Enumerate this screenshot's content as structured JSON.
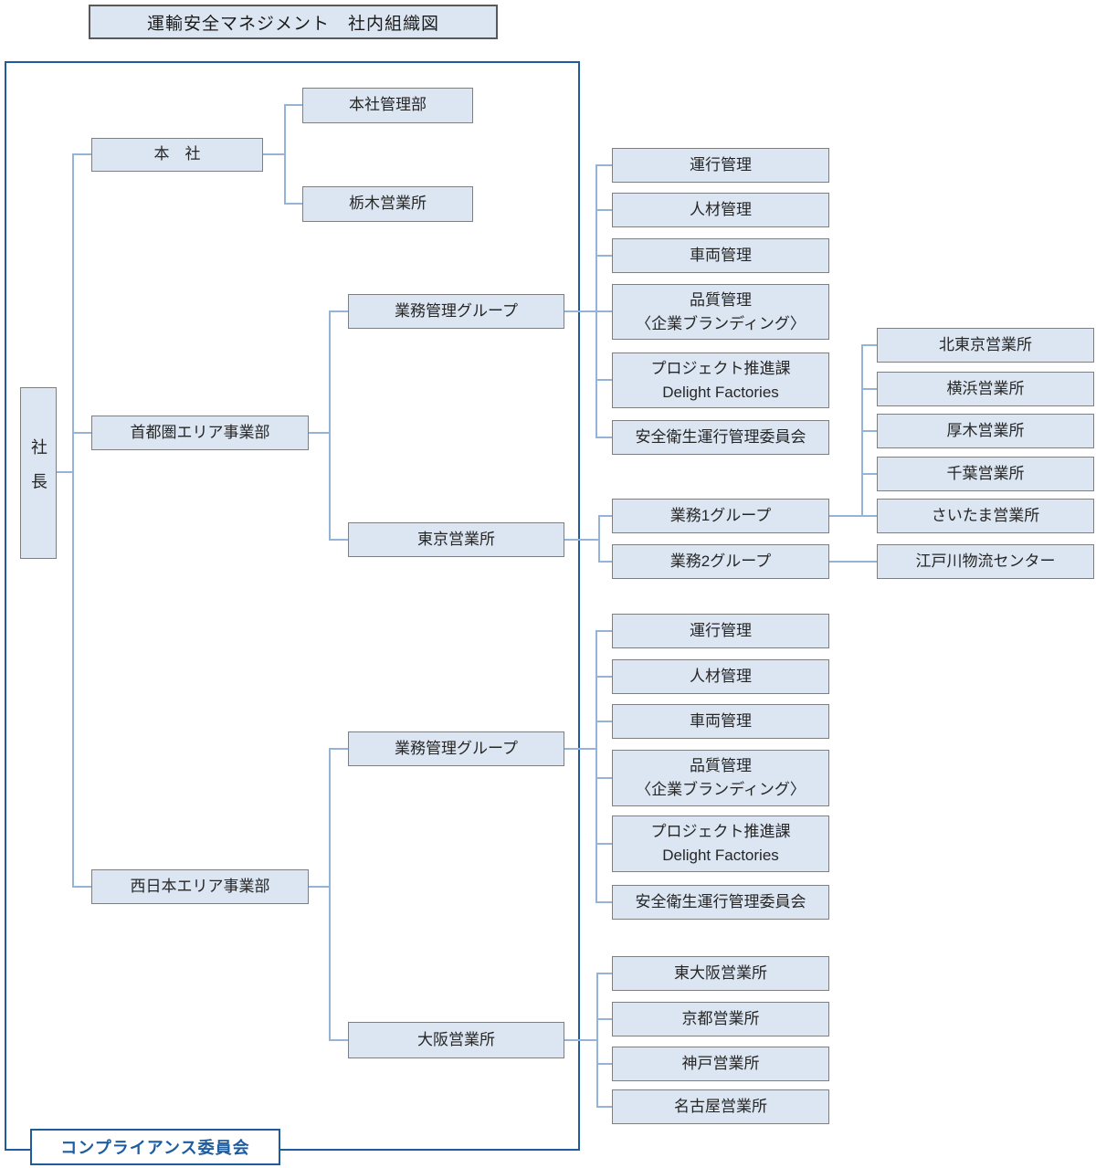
{
  "title": "運輸安全マネジメント　社内組織図",
  "colors": {
    "box_fill": "#dce6f2",
    "box_border": "#7f7f7f",
    "connector": "#95b3d7",
    "frame_border": "#1f5c9e",
    "compliance_text": "#1f5c9e"
  },
  "org": {
    "president": "社長",
    "compliance": "コンプライアンス委員会",
    "head_office": {
      "label": "本　社",
      "departments": [
        "本社管理部",
        "栃木営業所"
      ]
    },
    "metro": {
      "label": "首都圏エリア事業部",
      "biz_mgmt_group": {
        "label": "業務管理グループ",
        "units": [
          "運行管理",
          "人材管理",
          "車両管理",
          "品質管理\n〈企業ブランディング〉",
          "プロジェクト推進課\nDelight Factories",
          "安全衛生運行管理委員会"
        ]
      },
      "tokyo_office": {
        "label": "東京営業所",
        "groups": [
          {
            "label": "業務1グループ",
            "offices": [
              "北東京営業所",
              "横浜営業所",
              "厚木営業所",
              "千葉営業所",
              "さいたま営業所"
            ]
          },
          {
            "label": "業務2グループ",
            "offices": [
              "江戸川物流センター"
            ]
          }
        ]
      }
    },
    "west": {
      "label": "西日本エリア事業部",
      "biz_mgmt_group": {
        "label": "業務管理グループ",
        "units": [
          "運行管理",
          "人材管理",
          "車両管理",
          "品質管理\n〈企業ブランディング〉",
          "プロジェクト推進課\nDelight Factories",
          "安全衛生運行管理委員会"
        ]
      },
      "osaka_office": {
        "label": "大阪営業所",
        "offices": [
          "東大阪営業所",
          "京都営業所",
          "神戸営業所",
          "名古屋営業所"
        ]
      }
    }
  }
}
